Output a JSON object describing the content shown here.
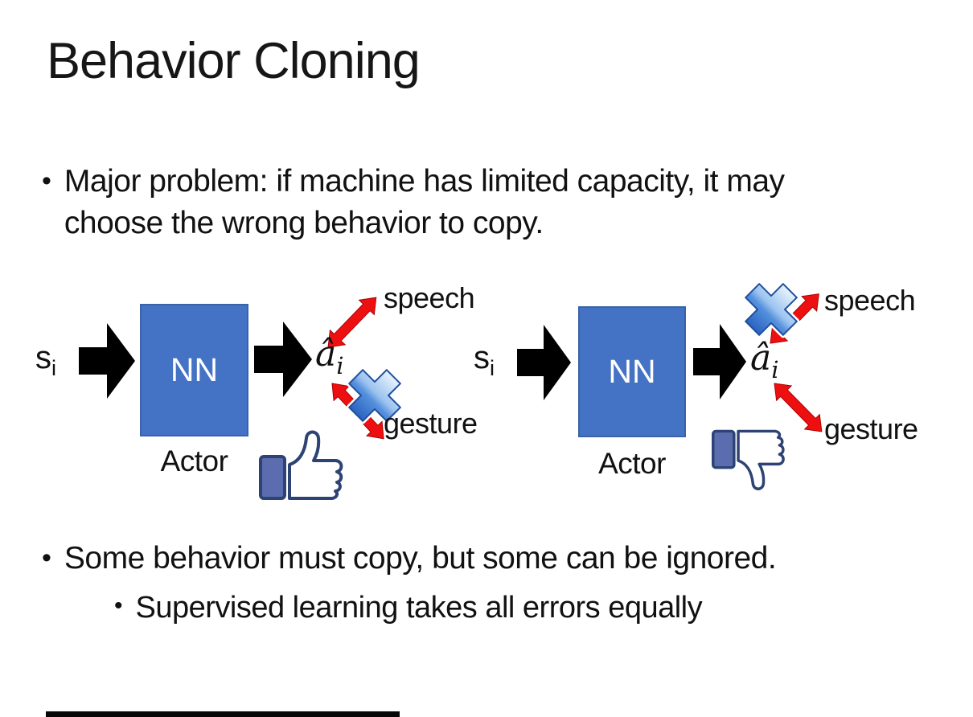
{
  "slide": {
    "title": "Behavior Cloning",
    "bullet_char": "•",
    "bullet1": "Major problem: if machine has limited capacity, it may choose the wrong behavior to copy.",
    "bullet2": "Some behavior must copy, but some can be ignored.",
    "bullet2_sub": "Supervised learning takes all errors equally"
  },
  "diagram_left": {
    "input_label": "s",
    "input_sub": "i",
    "nn_label": "NN",
    "output_label": "â",
    "output_sub": "i",
    "actor_label": "Actor",
    "speech_label": "speech",
    "gesture_label": "gesture",
    "feedback_icon": "thumbs-up-icon",
    "crossed_out": "gesture"
  },
  "diagram_right": {
    "input_label": "s",
    "input_sub": "i",
    "nn_label": "NN",
    "output_label": "â",
    "output_sub": "i",
    "actor_label": "Actor",
    "speech_label": "speech",
    "gesture_label": "gesture",
    "feedback_icon": "thumbs-down-icon",
    "crossed_out": "speech"
  },
  "colors": {
    "nn_box": "#4472C4",
    "nn_box_border": "#3A62A8",
    "arrow_black": "#000000",
    "arrow_red": "#EE1010",
    "cross_blue": "#2F6BCC",
    "thumb_outline": "#2D4373",
    "thumb_cuff": "#5B6DAE",
    "text": "#111111"
  }
}
